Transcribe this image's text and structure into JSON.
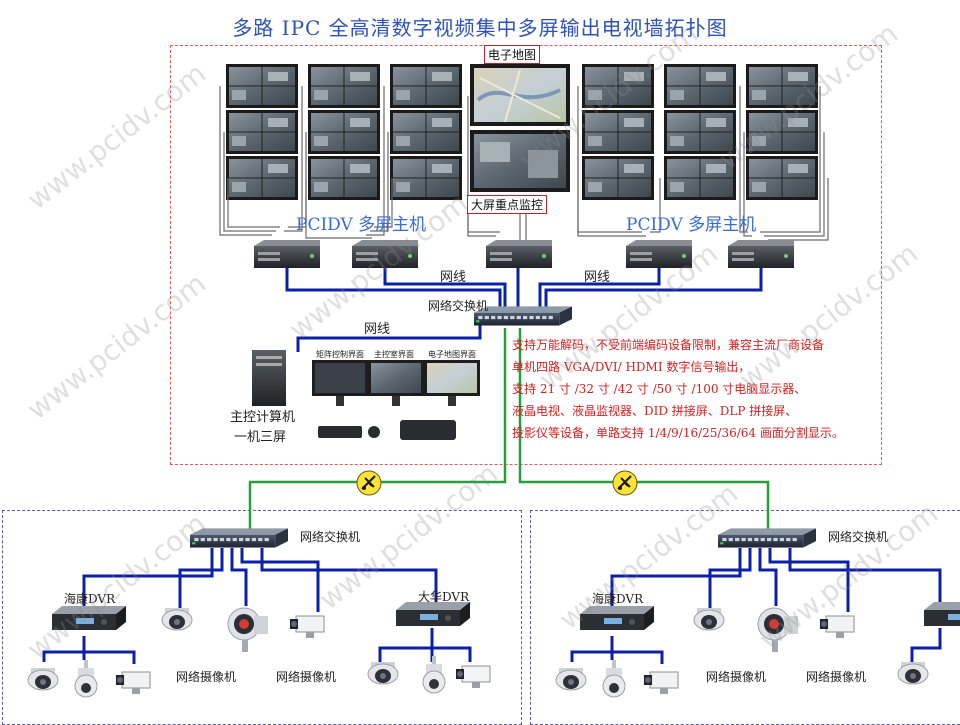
{
  "title": "多路 IPC 全高清数字视频集中多屏输出电视墙拓扑图",
  "top_section": {
    "emap_label": "电子地图",
    "bigscreen_label": "大屏重点监控",
    "host_label_left": "PCIDV 多屏主机",
    "host_label_right": "PCIDV 多屏主机",
    "netline_left": "网线",
    "netline_right": "网线",
    "netline_workstation": "网线",
    "switch_label": "网络交换机",
    "workstation_label_1": "主控计算机",
    "workstation_label_2": "一机三屏",
    "monitor_captions": [
      "矩阵控制界面",
      "主控室界面",
      "电子地图界面"
    ]
  },
  "features": [
    "支持万能解码，不受前端编码设备限制，兼容主流厂商设备",
    "单机四路 VGA/DVI/ HDMI 数字信号输出，",
    "支持 21 寸 /32 寸 /42 寸 /50 寸 /100 寸电脑显示器、",
    "液晶电视、液晶监视器、DID 拼接屏、DLP 拼接屏、",
    "投影仪等设备，单路支持 1/4/9/16/25/36/64 画面分割显示。"
  ],
  "bottom_left": {
    "switch_label": "网络交换机",
    "dvr_left_label": "海康DVR",
    "dvr_right_label": "大华DVR",
    "camera_label_1": "网络摄像机",
    "camera_label_2": "网络摄像机"
  },
  "bottom_right": {
    "switch_label": "网络交换机",
    "dvr_left_label": "海康DVR",
    "camera_label_1": "网络摄像机",
    "camera_label_2": "网络摄像机"
  },
  "watermark": "www.pcidv.com",
  "colors": {
    "title": "#2e52b8",
    "blue_link": "#0b1fa8",
    "green_link": "#22a03a",
    "frame_top": "#e05a5a",
    "frame_bottom": "#5a5ab4",
    "feature_text": "#d42020"
  }
}
